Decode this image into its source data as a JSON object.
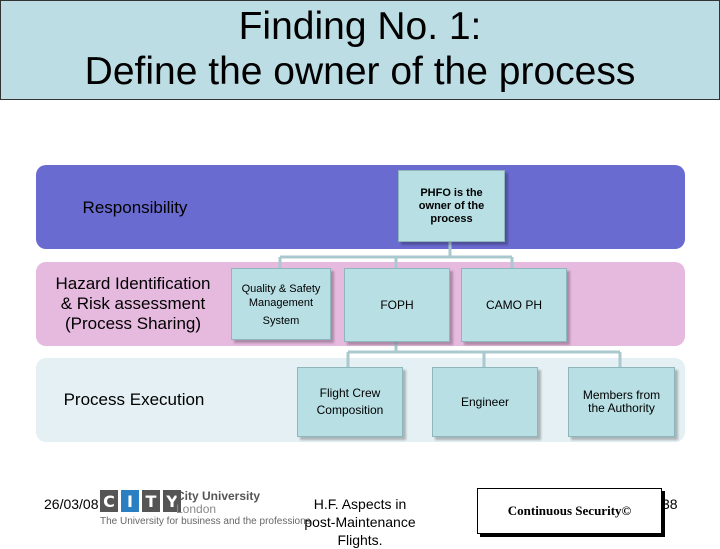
{
  "title": {
    "line1": "Finding No. 1:",
    "line2": "Define the owner of the process"
  },
  "rows": {
    "responsibility": "Responsibility",
    "hazard_line1": "Hazard Identification",
    "hazard_line2": "& Risk assessment",
    "hazard_line3": "(Process Sharing)",
    "execution": "Process Execution"
  },
  "boxes": {
    "phfo": [
      "PHFO is the",
      "owner of the",
      "process"
    ],
    "qss": [
      "Quality & Safety",
      "Management",
      "System"
    ],
    "foph": "FOPH",
    "camo": "CAMO PH",
    "flight_crew": [
      "Flight Crew",
      "Composition"
    ],
    "engineer": "Engineer",
    "members": [
      "Members from",
      "the Authority"
    ]
  },
  "footer": {
    "date": "26/03/08",
    "logo_letters": [
      "C",
      "I",
      "T",
      "Y"
    ],
    "logo_name": "City University",
    "logo_city": "London",
    "logo_tagline": "The University for business and the professions",
    "center_line1": "H.F. Aspects in",
    "center_line2": "post-Maintenance Flights.",
    "continuous_security": "Continuous Security©",
    "page": "38"
  },
  "colors": {
    "title_bg": "#bddde4",
    "responsibility_band": "#6a6bd0",
    "hazard_band": "#e6b9df",
    "execution_band": "#e4f0f4",
    "box_fill": "#b7dfe4"
  }
}
